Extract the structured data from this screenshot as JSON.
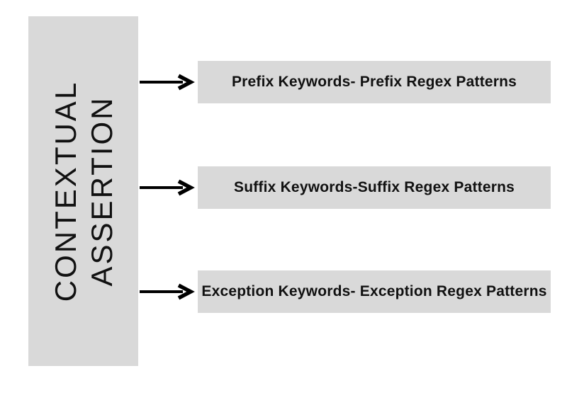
{
  "diagram": {
    "source": {
      "line1": "CONTEXTUAL",
      "line2": "ASSERTION"
    },
    "targets": [
      {
        "label": "Prefix Keywords- Prefix Regex Patterns"
      },
      {
        "label": "Suffix Keywords-Suffix Regex Patterns"
      },
      {
        "label": "Exception Keywords- Exception Regex Patterns"
      }
    ],
    "colors": {
      "background": "#ffffff",
      "box_fill": "#d9d9d9",
      "text": "#111111",
      "arrow": "#000000"
    }
  }
}
